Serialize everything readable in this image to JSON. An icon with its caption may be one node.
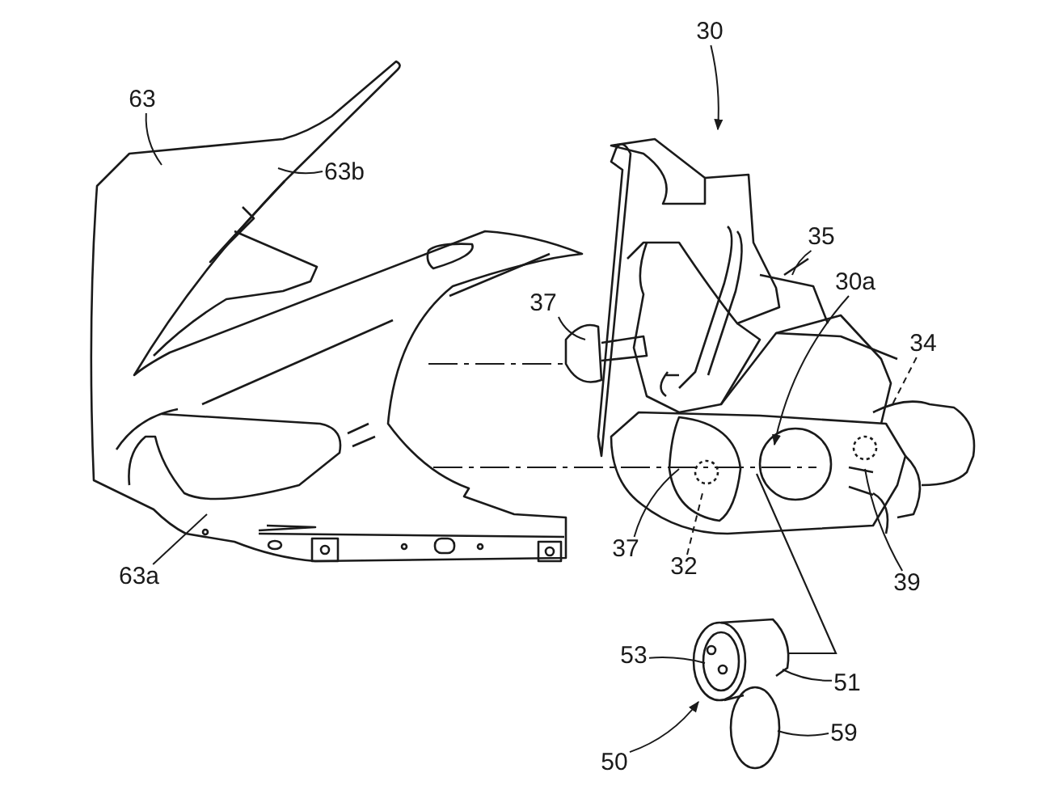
{
  "diagram": {
    "nodes": [
      {
        "text": [
          "63"
        ]
      },
      {
        "text": [
          "63b"
        ]
      },
      {
        "text": [
          "63a"
        ]
      },
      {
        "text": [
          "30"
        ]
      },
      {
        "text": [
          "35"
        ]
      },
      {
        "text": [
          "30a"
        ]
      },
      {
        "text": [
          "34"
        ]
      },
      {
        "text": [
          "37"
        ]
      },
      {
        "text": [
          "37"
        ]
      },
      {
        "text": [
          "32"
        ]
      },
      {
        "text": [
          "39"
        ]
      },
      {
        "text": [
          "53"
        ]
      },
      {
        "text": [
          "51"
        ]
      },
      {
        "text": [
          "59"
        ]
      },
      {
        "text": [
          "50"
        ]
      }
    ],
    "edges": [
      {
        "from": 0,
        "to": null,
        "arrow": "none"
      },
      {
        "from": 1,
        "to": null,
        "arrow": "none"
      },
      {
        "from": 2,
        "to": null,
        "arrow": "none"
      },
      {
        "from": 3,
        "to": null,
        "arrow": "to"
      },
      {
        "from": 4,
        "to": null,
        "arrow": "none"
      },
      {
        "from": 5,
        "to": null,
        "arrow": "to"
      },
      {
        "from": 6,
        "to": null,
        "arrow": "none",
        "style": "dashed"
      },
      {
        "from": 7,
        "to": null,
        "arrow": "none"
      },
      {
        "from": 8,
        "to": null,
        "arrow": "none"
      },
      {
        "from": 9,
        "to": null,
        "arrow": "none",
        "style": "dashed"
      },
      {
        "from": 10,
        "to": null,
        "arrow": "none"
      },
      {
        "from": 11,
        "to": null,
        "arrow": "none"
      },
      {
        "from": 12,
        "to": null,
        "arrow": "none"
      },
      {
        "from": 13,
        "to": null,
        "arrow": "none"
      },
      {
        "from": 14,
        "to": null,
        "arrow": "to"
      }
    ]
  }
}
